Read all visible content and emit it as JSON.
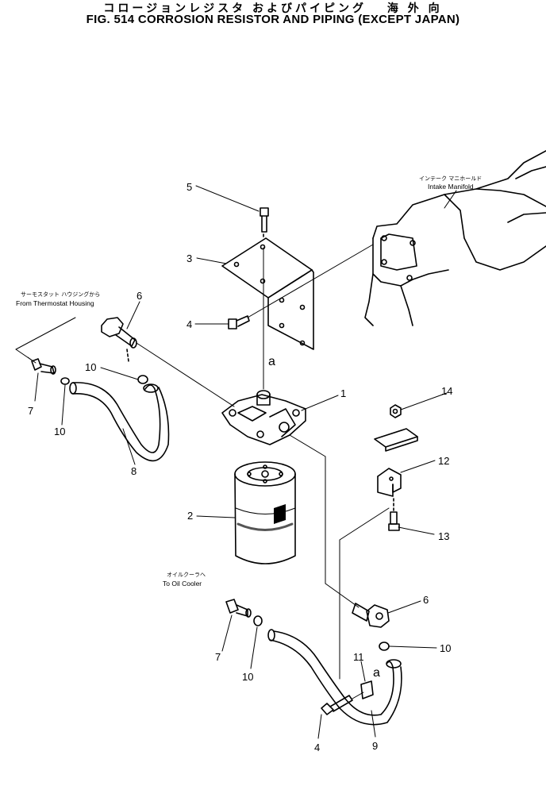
{
  "title_jp": "コロージョンレジスタ およびパイピング　 海 外 向",
  "title_en": "FIG. 514  CORROSION RESISTOR AND PIPING (EXCEPT JAPAN)",
  "labels": {
    "intake_jp": "インテーク マニホールド",
    "intake_en": "Intake Manifold",
    "thermo_jp": "サーモスタット ハウジングから",
    "thermo_en": "From Thermostat Housing",
    "oil_jp": "オイルクーラへ",
    "oil_en": "To Oil Cooler",
    "ref_a": "a"
  },
  "callouts": {
    "c1": "1",
    "c2": "2",
    "c3": "3",
    "c4a": "4",
    "c4b": "4",
    "c5": "5",
    "c6a": "6",
    "c6b": "6",
    "c7a": "7",
    "c7b": "7",
    "c8": "8",
    "c9": "9",
    "c10a": "10",
    "c10b": "10",
    "c10c": "10",
    "c10d": "10",
    "c11": "11",
    "c12": "12",
    "c13": "13",
    "c14": "14"
  }
}
